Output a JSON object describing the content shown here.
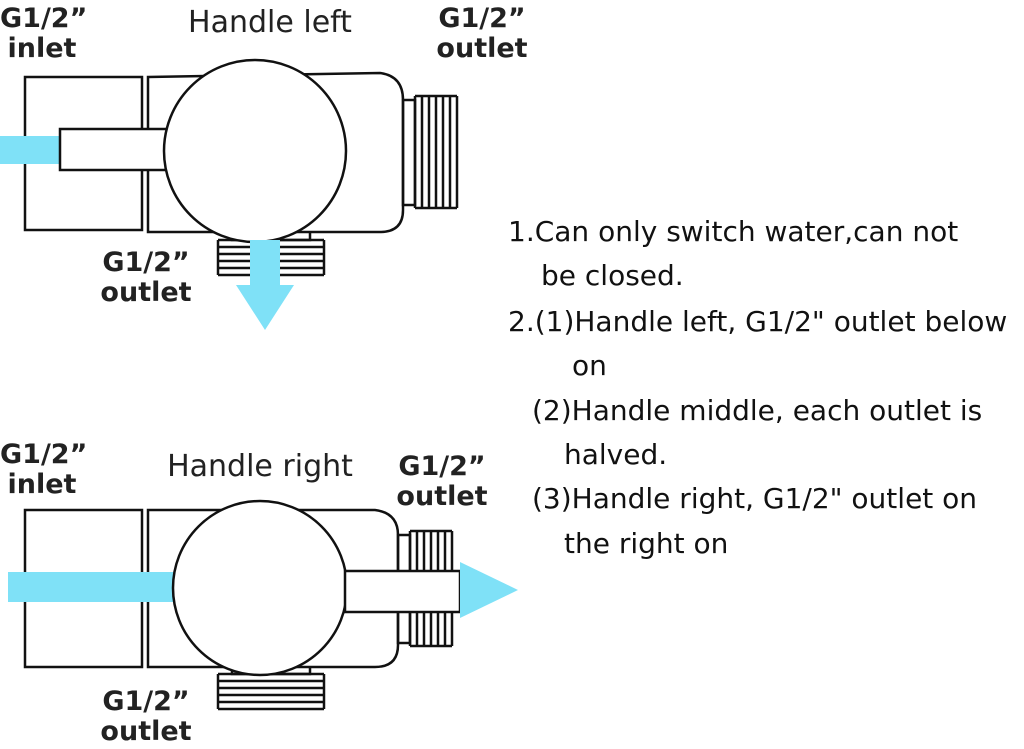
{
  "diagram_top": {
    "title": "Handle left",
    "inlet_label": [
      "G1/2”",
      "inlet"
    ],
    "right_outlet_label": [
      "G1/2”",
      "outlet"
    ],
    "bottom_outlet_label": [
      "G1/2”",
      "outlet"
    ]
  },
  "diagram_bottom": {
    "title": "Handle right",
    "inlet_label": [
      "G1/2”",
      "inlet"
    ],
    "right_outlet_label": [
      "G1/2”",
      "outlet"
    ],
    "bottom_outlet_label": [
      "G1/2”",
      "outlet"
    ]
  },
  "notes": [
    "1.Can only switch water,can not",
    "be closed.",
    "2.(1)Handle left, G1/2\" outlet below",
    "on",
    "(2)Handle middle, each outlet is",
    "halved.",
    "(3)Handle right, G1/2\" outlet on",
    "the right on"
  ],
  "colors": {
    "flow": "#7fe1f7",
    "line": "#111111"
  }
}
